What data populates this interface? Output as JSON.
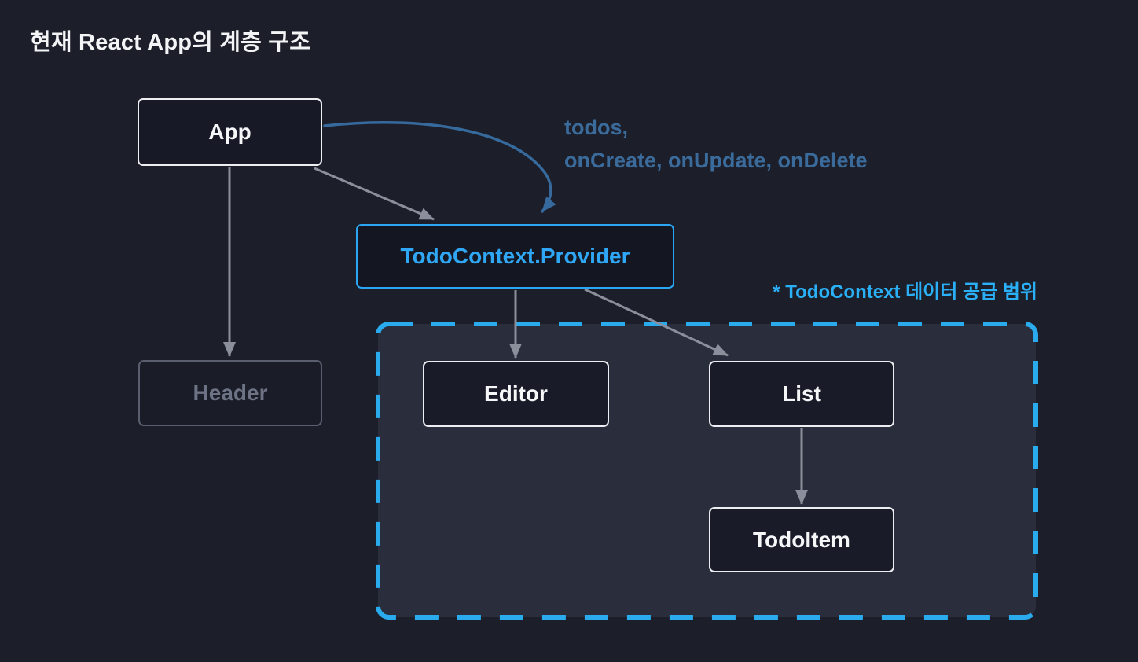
{
  "slide": {
    "title": "현재 React App의 계층 구조"
  },
  "diagram": {
    "nodes": {
      "app": {
        "label": "App"
      },
      "header": {
        "label": "Header"
      },
      "provider": {
        "label": "TodoContext.Provider"
      },
      "editor": {
        "label": "Editor"
      },
      "list": {
        "label": "List"
      },
      "todo_item": {
        "label": "TodoItem"
      }
    },
    "annotations": {
      "props_passed_line1": "todos,",
      "props_passed_line2": "onCreate, onUpdate, onDelete",
      "context_scope_note": "* TodoContext 데이터 공급 범위"
    }
  },
  "colors": {
    "background": "#1c1e2a",
    "scope_region_fill": "#2a2d3b",
    "scope_dashed_border": "#29abee",
    "node_fill": "#171926",
    "node_border": "#eceef2",
    "node_text": "#f5f6f8",
    "inactive_border": "#595e6e",
    "inactive_text": "#6d7384",
    "accent_blue": "#2fa7f5",
    "muted_steel_blue": "#3a6b9b",
    "arrow_gray": "#8b8f9b"
  }
}
